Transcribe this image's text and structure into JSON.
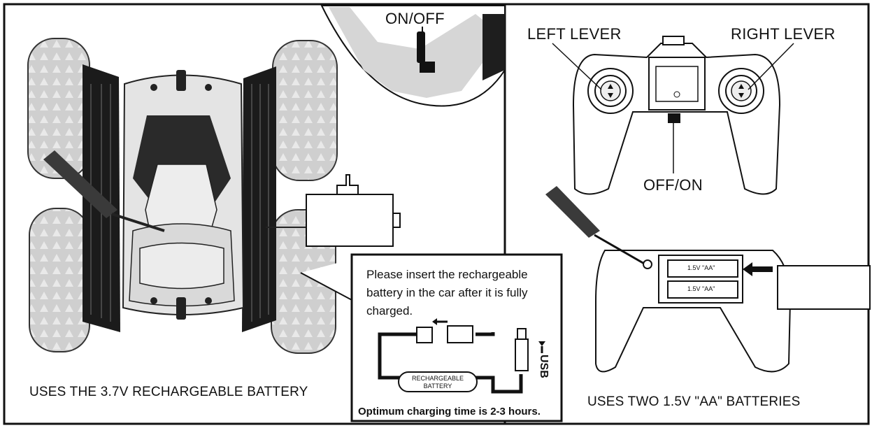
{
  "left_panel": {
    "on_off_label": "ON/OFF",
    "caption": "USES THE 3.7V RECHARGEABLE BATTERY",
    "note": {
      "line1": "Please insert the rechargeable",
      "line2": "battery in the car after it is fully",
      "line3": "charged.",
      "battery_label_line1": "RECHARGEABLE",
      "battery_label_line2": "BATTERY",
      "usb_label": "USB",
      "charging_time": "Optimum charging time is 2-3 hours."
    }
  },
  "right_panel": {
    "left_lever_label": "LEFT LEVER",
    "right_lever_label": "RIGHT LEVER",
    "off_on_label": "OFF/ON",
    "battery_slot_1": "1.5V \"AA\"",
    "battery_slot_2": "1.5V \"AA\"",
    "caption": "USES TWO 1.5V \"AA\" BATTERIES"
  }
}
